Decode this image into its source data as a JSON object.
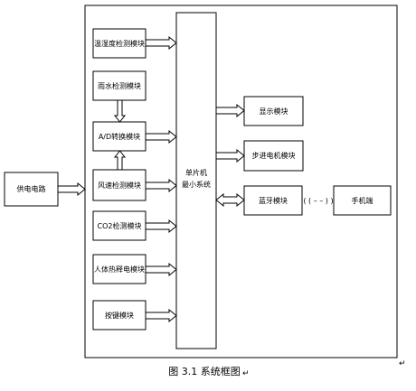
{
  "diagram": {
    "power": "供电电路",
    "sensors": [
      "温湿度检测模块",
      "雨水检测模块",
      "A/D转换模块",
      "风速检测模块",
      "CO2检测模块",
      "人体热释电模块",
      "按键模块"
    ],
    "mcu": [
      "单片机",
      "最小系统"
    ],
    "outputs": [
      "显示模块",
      "步进电机模块",
      "蓝牙模块"
    ],
    "phone": "手机端",
    "wireless_glyph": "( ( –  – ) )",
    "caption": "图 3.1 系统框图",
    "caption_mark": "↵",
    "corner_mark": "↵"
  }
}
